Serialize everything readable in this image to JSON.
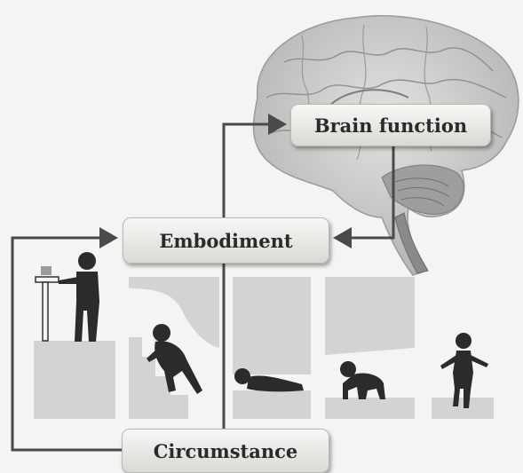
{
  "diagram": {
    "nodes": {
      "brain_function": "Brain function",
      "embodiment": "Embodiment",
      "circumstance": "Circumstance"
    },
    "images": [
      {
        "name": "brain-illustration"
      },
      {
        "name": "child-at-table",
        "caption": ""
      },
      {
        "name": "child-climbing-stairs"
      },
      {
        "name": "baby-crawling-prone"
      },
      {
        "name": "baby-crawling"
      },
      {
        "name": "toddler-walking"
      }
    ],
    "connections": [
      {
        "from": "embodiment",
        "to": "brain_function"
      },
      {
        "from": "brain_function",
        "to": "embodiment"
      },
      {
        "from": "circumstance",
        "to": "embodiment"
      },
      {
        "from": "embodiment",
        "to": "circumstance"
      }
    ],
    "colors": {
      "arrow": "#555555",
      "panel": "#d3d3d1",
      "silhouette": "#2b2b2b",
      "brain": "#c9c9c7"
    }
  }
}
